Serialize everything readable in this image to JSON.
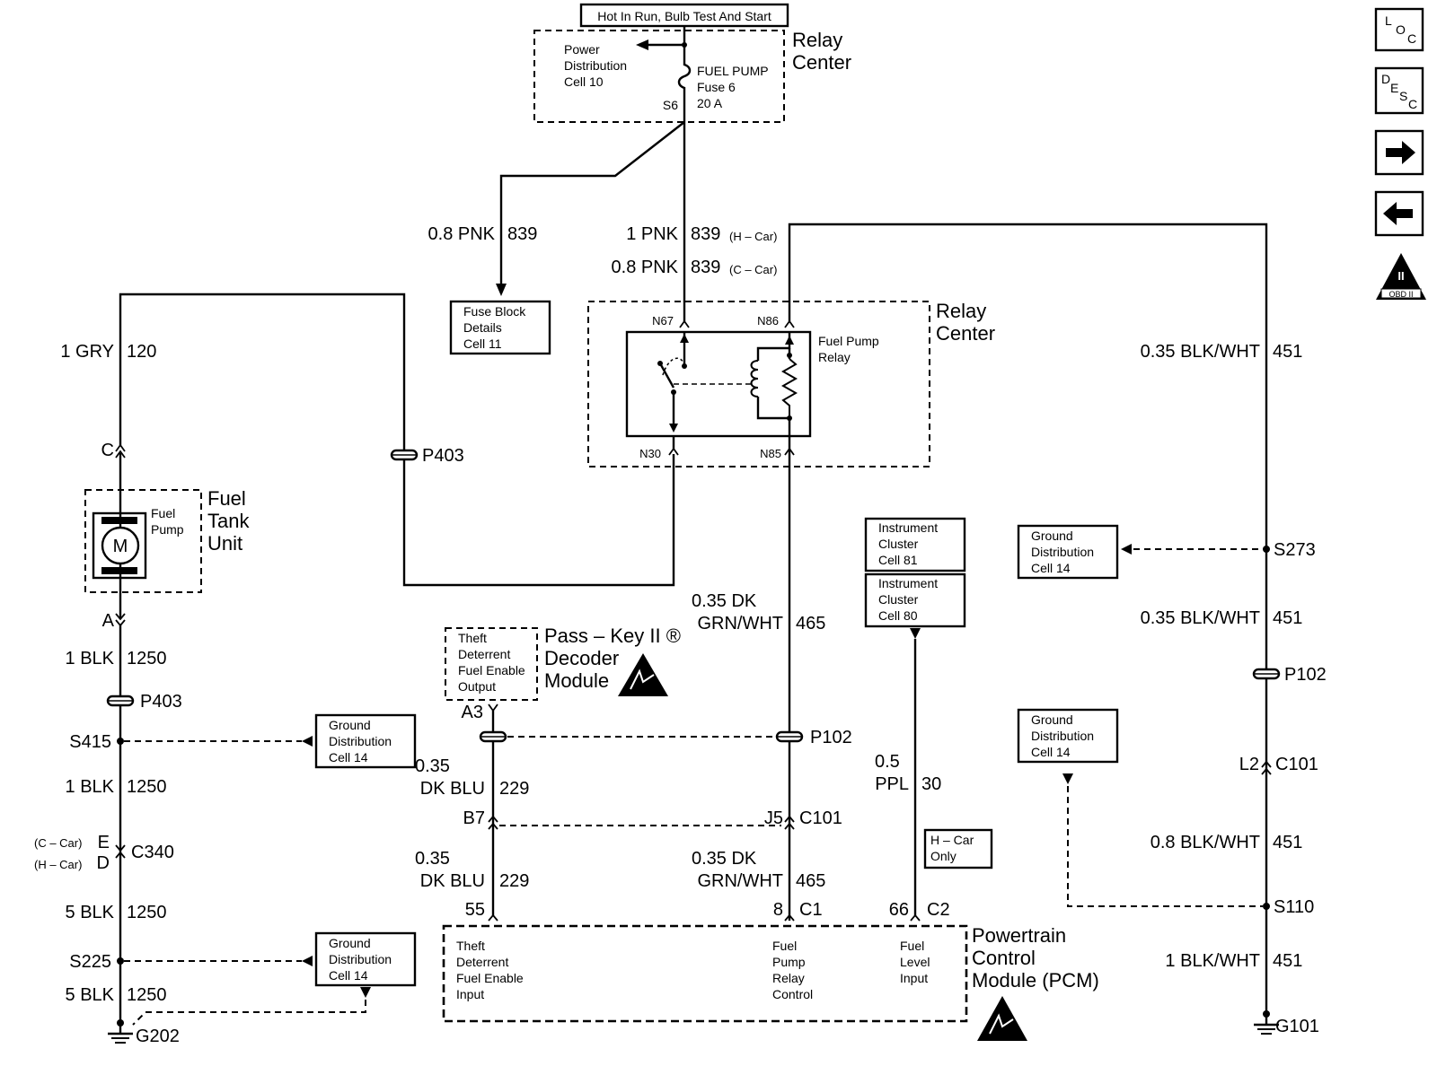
{
  "header_label": "Hot In Run, Bulb Test And Start",
  "relay_center_top": {
    "title1": "Relay",
    "title2": "Center",
    "pdc_1": "Power",
    "pdc_2": "Distribution",
    "pdc_3": "Cell 10",
    "fuse_1": "FUEL PUMP",
    "fuse_2": "Fuse 6",
    "fuse_3": "20 A",
    "splice": "S6"
  },
  "wires": {
    "w839a_size": "0.8 PNK",
    "w839a_num": "839",
    "w839b_size": "1 PNK",
    "w839b_num": "839",
    "w839b_note": "(H – Car)",
    "w839c_size": "0.8 PNK",
    "w839c_num": "839",
    "w839c_note": "(C – Car)",
    "w120_size": "1 GRY",
    "w120_num": "120",
    "w451a_size": "0.35 BLK/WHT",
    "w451a_num": "451",
    "w451b_size": "0.35 BLK/WHT",
    "w451b_num": "451",
    "w451c_size": "0.8 BLK/WHT",
    "w451c_num": "451",
    "w451d_size": "1 BLK/WHT",
    "w451d_num": "451",
    "w1250a_size": "1 BLK",
    "w1250a_num": "1250",
    "w1250b_size": "1 BLK",
    "w1250b_num": "1250",
    "w1250c_size": "5 BLK",
    "w1250c_num": "1250",
    "w1250d_size": "5 BLK",
    "w1250d_num": "1250",
    "w465a_size1": "0.35 DK",
    "w465a_size2": "GRN/WHT",
    "w465a_num": "465",
    "w465b_size1": "0.35 DK",
    "w465b_size2": "GRN/WHT",
    "w465b_num": "465",
    "w229a_size1": "0.35",
    "w229a_size2": "DK BLU",
    "w229a_num": "229",
    "w229b_size1": "0.35",
    "w229b_size2": "DK BLU",
    "w229b_num": "229",
    "w30_size1": "0.5",
    "w30_size2": "PPL",
    "w30_num": "30"
  },
  "fuse_block": {
    "l1": "Fuse Block",
    "l2": "Details",
    "l3": "Cell 11"
  },
  "relay_center_mid": {
    "title1": "Relay",
    "title2": "Center",
    "relay1": "Fuel Pump",
    "relay2": "Relay",
    "n67": "N67",
    "n86": "N86",
    "n30": "N30",
    "n85": "N85"
  },
  "fuel_tank": {
    "t1": "Fuel",
    "t2": "Tank",
    "t3": "Unit",
    "p1": "Fuel",
    "p2": "Pump",
    "motor": "M",
    "pinC": "C",
    "pinA": "A"
  },
  "connectors": {
    "p403a": "P403",
    "p403b": "P403",
    "p102a": "P102",
    "p102b": "P102",
    "s415": "S415",
    "s225": "S225",
    "s273": "S273",
    "s110": "S110",
    "g202": "G202",
    "g101": "G101",
    "c340": "C340",
    "c340_e": "E",
    "c340_d": "D",
    "c340_ec": "(C – Car)",
    "c340_dh": "(H – Car)",
    "c101a": "C101",
    "c101b": "C101",
    "l2": "L2",
    "j5": "J5",
    "b7": "B7",
    "a3": "A3",
    "c1": "C1",
    "c2": "C2",
    "p55": "55",
    "p8": "8",
    "p66": "66"
  },
  "ground_cells": {
    "g1_1": "Ground",
    "g1_2": "Distribution",
    "g1_3": "Cell 14"
  },
  "instrument": {
    "a1": "Instrument",
    "a2": "Cluster",
    "a3": "Cell 81",
    "b1": "Instrument",
    "b2": "Cluster",
    "b3": "Cell 80"
  },
  "hcar_only": {
    "l1": "H – Car",
    "l2": "Only"
  },
  "passkey": {
    "t1": "Pass – Key II ®",
    "t2": "Decoder",
    "t3": "Module",
    "in1": "Theft",
    "in2": "Deterrent",
    "in3": "Fuel Enable",
    "in4": "Output"
  },
  "pcm": {
    "t1": "Powertrain",
    "t2": "Control",
    "t3": "Module (PCM)",
    "a1": "Theft",
    "a2": "Deterrent",
    "a3": "Fuel Enable",
    "a4": "Input",
    "b1": "Fuel",
    "b2": "Pump",
    "b3": "Relay",
    "b4": "Control",
    "c1": "Fuel",
    "c2": "Level",
    "c3": "Input"
  },
  "nav": {
    "loc_1": "L",
    "loc_2": "O",
    "loc_3": "C",
    "desc_1": "D",
    "desc_2": "E",
    "desc_3": "S",
    "desc_4": "C",
    "obd_1": "II",
    "obd_2": "OBD II"
  }
}
